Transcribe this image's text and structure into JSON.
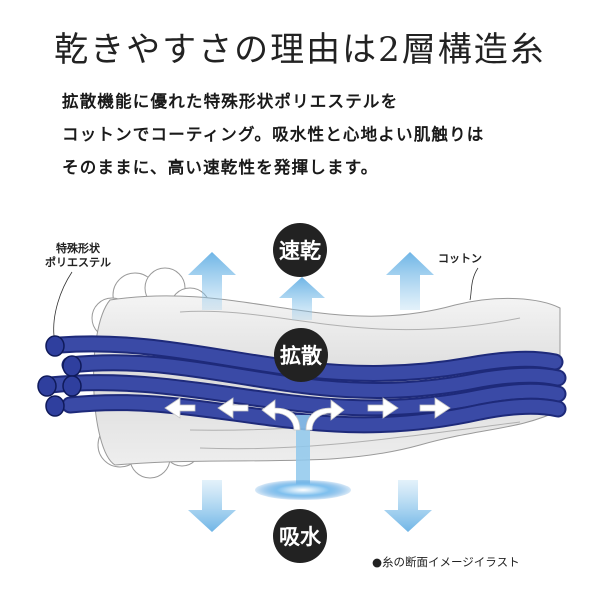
{
  "title": "乾きやすさの理由は2層構造糸",
  "description": [
    "拡散機能に優れた特殊形状ポリエステルを",
    "コットンでコーティング。吸水性と心地よい肌触りは",
    "そのままに、高い速乾性を発揮します。"
  ],
  "diagram": {
    "polyester_label": [
      "特殊形状",
      "ポリエステル"
    ],
    "cotton_label": "コットン",
    "badges": {
      "quick_dry": "速乾",
      "diffusion": "拡散",
      "absorption": "吸水"
    },
    "caption": "●糸の断面イメージイラスト",
    "colors": {
      "polyester": "#3a4aa6",
      "arrow": "#8fc8ec",
      "badge": "#222222",
      "cotton": "#e6e6e6"
    }
  }
}
